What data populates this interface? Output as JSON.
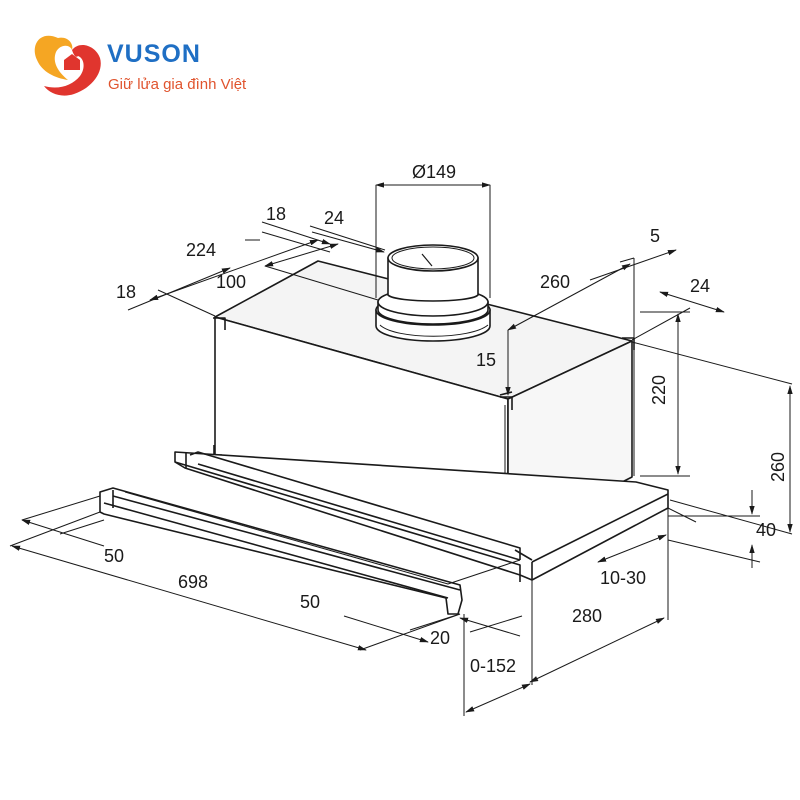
{
  "logo": {
    "brand_name": "VUSON",
    "slogan": "Giữ lửa gia đình Việt",
    "colors": {
      "brand_blue": "#1f6fc4",
      "flame_orange": "#f5a623",
      "flame_red": "#e0352e"
    }
  },
  "diagram": {
    "subject": "telescopic cooker hood technical dimension drawing",
    "line_color": "#1a1a1a",
    "dimensions": {
      "duct_diameter": "Ø149",
      "top_18_a": "18",
      "top_24_a": "24",
      "top_224": "224",
      "top_100": "100",
      "left_18": "18",
      "top_5": "5",
      "top_260": "260",
      "right_24": "24",
      "front_15": "15",
      "side_220": "220",
      "side_260": "260",
      "side_40": "40",
      "front_10_30": "10-30",
      "left_50": "50",
      "width_698": "698",
      "front_50": "50",
      "front_20": "20",
      "depth_280": "280",
      "slide_0_152": "0-152"
    }
  }
}
